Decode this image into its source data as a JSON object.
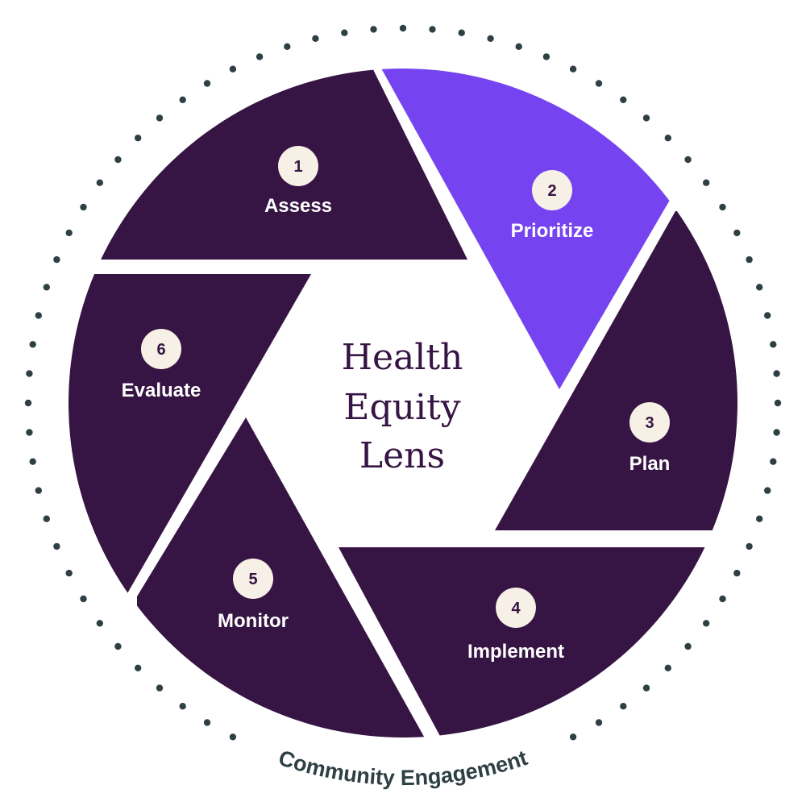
{
  "colors": {
    "segment": "#361443",
    "highlight": "#7544F0",
    "badge_fill": "#F6F0E6",
    "dots": "#2F4045",
    "center_text": "#361443"
  },
  "center": {
    "line1": "Health",
    "line2": "Equity",
    "line3": "Lens"
  },
  "steps": [
    {
      "number": "1",
      "label": "Assess"
    },
    {
      "number": "2",
      "label": "Prioritize"
    },
    {
      "number": "3",
      "label": "Plan"
    },
    {
      "number": "4",
      "label": "Implement"
    },
    {
      "number": "5",
      "label": "Monitor"
    },
    {
      "number": "6",
      "label": "Evaluate"
    }
  ],
  "outer_label": "Community Engagement"
}
